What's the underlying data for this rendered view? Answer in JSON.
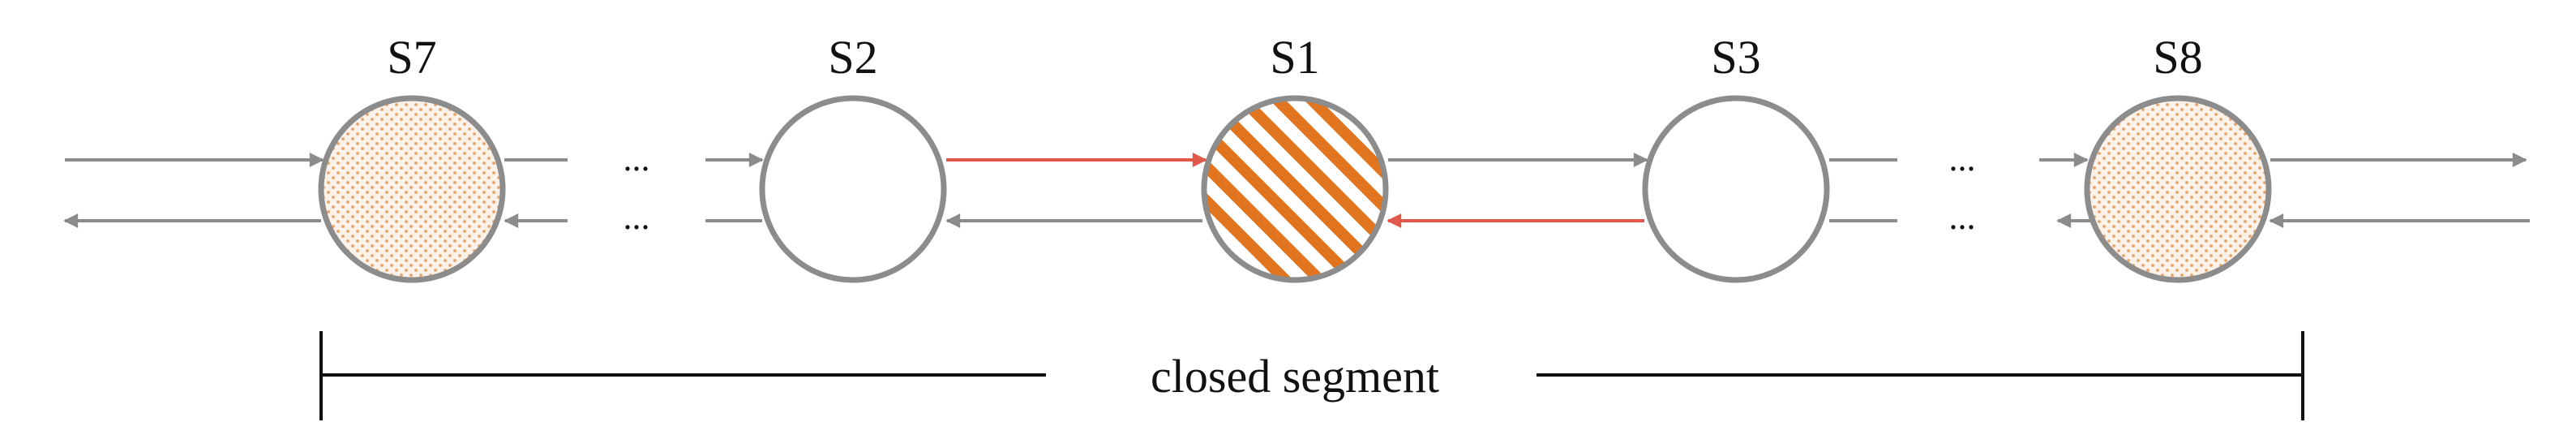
{
  "nodes": [
    {
      "id": "s7",
      "label": "S7",
      "fill": "dotted"
    },
    {
      "id": "s2",
      "label": "S2",
      "fill": "empty"
    },
    {
      "id": "s1",
      "label": "S1",
      "fill": "hatched"
    },
    {
      "id": "s3",
      "label": "S3",
      "fill": "empty"
    },
    {
      "id": "s8",
      "label": "S8",
      "fill": "dotted"
    }
  ],
  "ellipsis": "...",
  "segment_label": "closed segment",
  "colors": {
    "arrow": "#8c8c8c",
    "highlight_arrow": "#e0584a",
    "node_stroke": "#8c8c8c",
    "hatch": "#e0741f",
    "dots": "#e8a266",
    "bracket": "#111111"
  }
}
